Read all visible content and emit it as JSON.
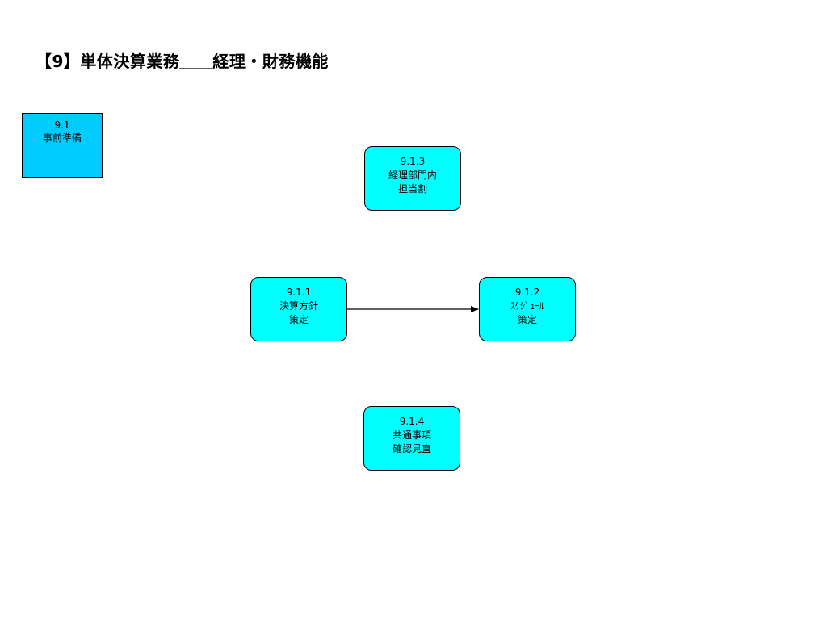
{
  "title": "【9】単体決算業務＿＿経理・財務機能",
  "parent": {
    "number": "9.1",
    "label": "事前準備"
  },
  "nodes": {
    "n911": {
      "number": "9.1.1",
      "line1": "決算方針",
      "line2": "策定"
    },
    "n912": {
      "number": "9.1.2",
      "line1": "ｽｹｼﾞｭｰﾙ",
      "line2": "策定"
    },
    "n913": {
      "number": "9.1.3",
      "line1": "経理部門内",
      "line2": "担当割"
    },
    "n914": {
      "number": "9.1.4",
      "line1": "共通事項",
      "line2": "確認見直"
    }
  },
  "colors": {
    "parent_fill": "#00ccff",
    "node_fill": "#00ffff",
    "stroke": "#000000"
  },
  "edges": [
    {
      "from": "9.1.1",
      "to": "9.1.2"
    }
  ]
}
